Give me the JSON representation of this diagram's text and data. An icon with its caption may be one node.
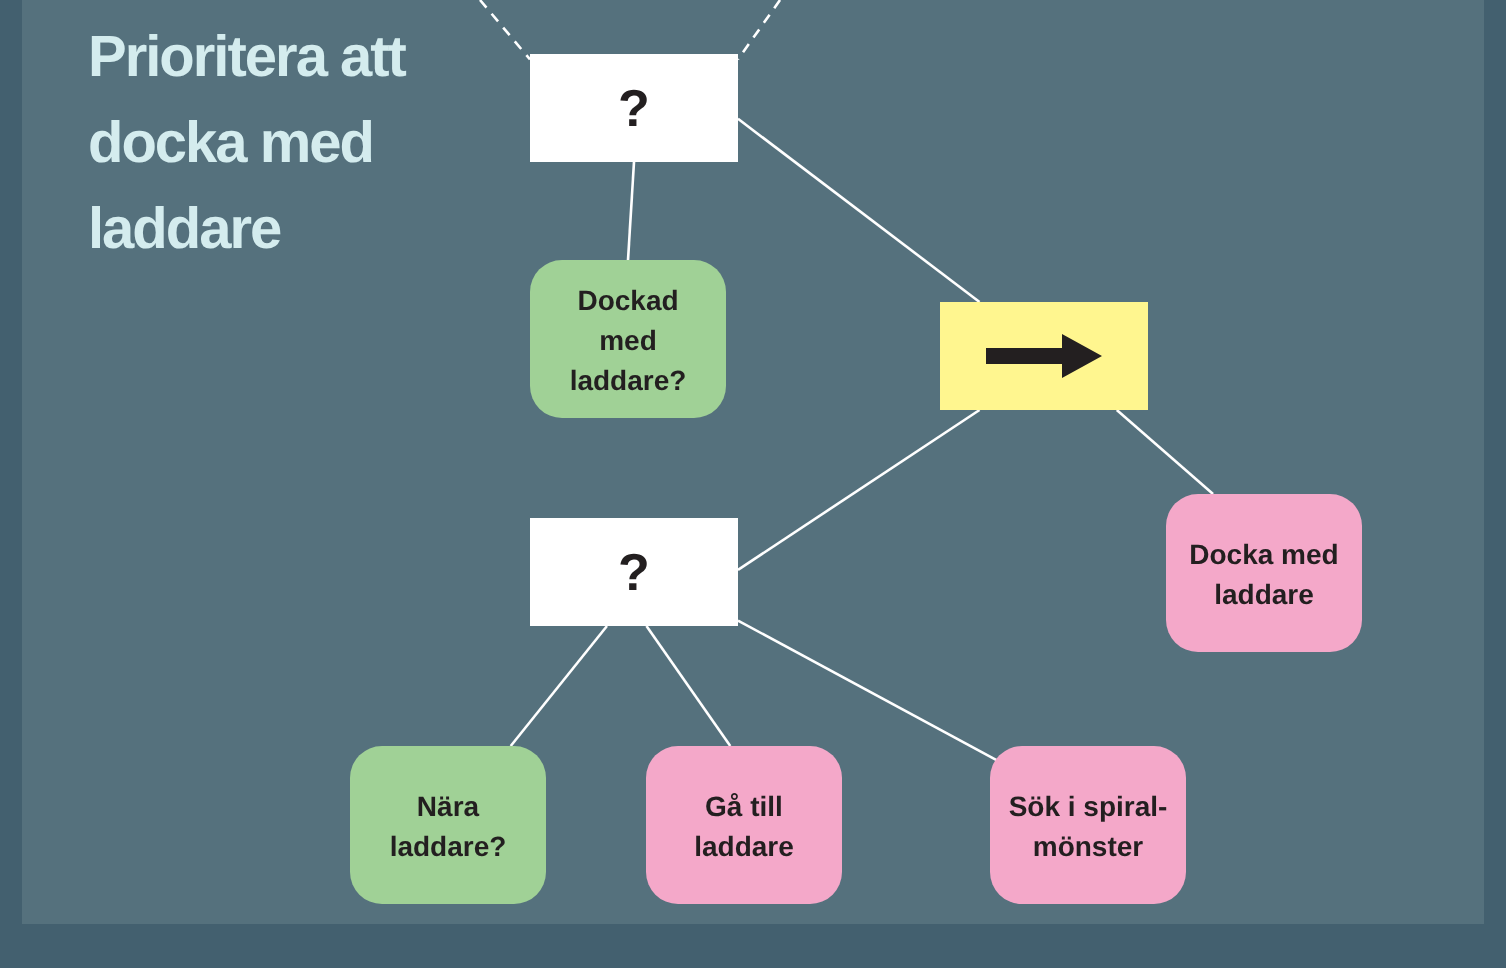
{
  "diagram": {
    "title": "Prioritera att docka med laddare",
    "nodes": [
      {
        "text": [
          "?"
        ]
      },
      {
        "text": [
          "Dockad med laddare?"
        ]
      },
      {
        "text": [],
        "shape": "box"
      },
      {
        "text": [
          "?"
        ]
      },
      {
        "text": [
          "Docka med laddare"
        ]
      },
      {
        "text": [
          "Nära laddare?"
        ]
      },
      {
        "text": [
          "Gå till laddare"
        ]
      },
      {
        "text": [
          "Sök i spiral-mönster"
        ]
      }
    ],
    "edges": [
      {
        "from": null,
        "to": 0,
        "arrow": "none",
        "style": "dashed"
      },
      {
        "from": null,
        "to": 0,
        "arrow": "none",
        "style": "dashed"
      },
      {
        "from": 0,
        "to": 1,
        "arrow": "none"
      },
      {
        "from": 0,
        "to": 2,
        "arrow": "none"
      },
      {
        "from": 2,
        "to": 3,
        "arrow": "none"
      },
      {
        "from": 2,
        "to": 4,
        "arrow": "none"
      },
      {
        "from": 3,
        "to": 5,
        "arrow": "none"
      },
      {
        "from": 3,
        "to": 6,
        "arrow": "none"
      },
      {
        "from": 3,
        "to": 7,
        "arrow": "none"
      }
    ]
  }
}
